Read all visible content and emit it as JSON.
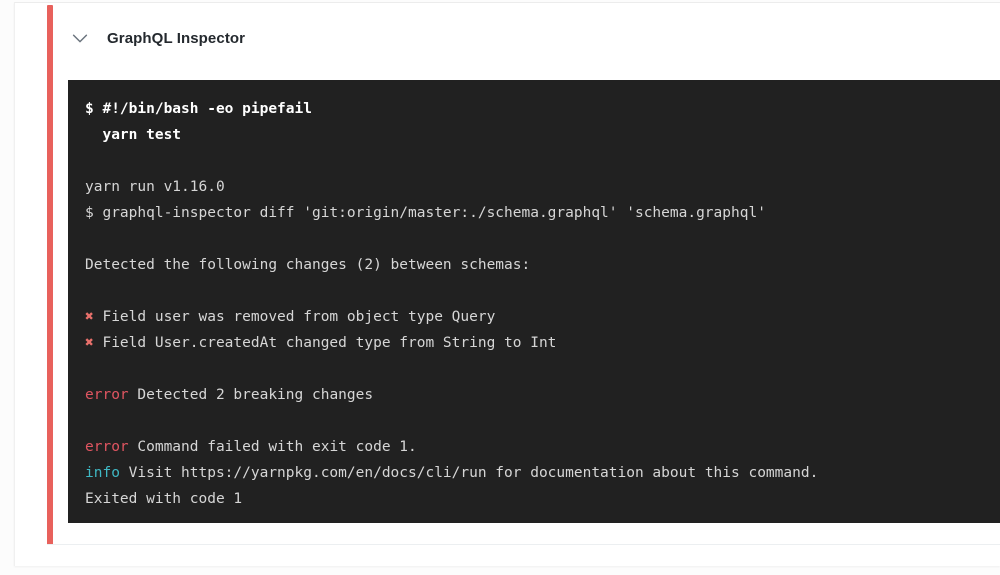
{
  "job": {
    "title": "GraphQL Inspector",
    "toggle_icon": "chevron-down-icon",
    "status_color": "#e8615c"
  },
  "colors": {
    "accent_red": "#e8615c",
    "terminal_bg": "#212121",
    "terminal_fg": "#d6d6d6",
    "error_red": "#e05561",
    "info_cyan": "#3fb8c4",
    "cross_red": "#e8706b",
    "title_fg": "#24292e"
  },
  "terminal": {
    "lines": [
      {
        "type": "command",
        "text": "$ #!/bin/bash -eo pipefail"
      },
      {
        "type": "command",
        "text": "  yarn test"
      },
      {
        "type": "blank",
        "text": ""
      },
      {
        "type": "plain",
        "text": "yarn run v1.16.0"
      },
      {
        "type": "plain",
        "text": "$ graphql-inspector diff 'git:origin/master:./schema.graphql' 'schema.graphql'"
      },
      {
        "type": "blank",
        "text": ""
      },
      {
        "type": "plain",
        "text": "Detected the following changes (2) between schemas:"
      },
      {
        "type": "blank",
        "text": ""
      },
      {
        "type": "cross",
        "marker": "✖",
        "text": " Field user was removed from object type Query"
      },
      {
        "type": "cross",
        "marker": "✖",
        "text": " Field User.createdAt changed type from String to Int"
      },
      {
        "type": "blank",
        "text": ""
      },
      {
        "type": "tagged",
        "tag": "error",
        "tag_kind": "error",
        "text": " Detected 2 breaking changes"
      },
      {
        "type": "blank",
        "text": ""
      },
      {
        "type": "tagged",
        "tag": "error",
        "tag_kind": "error",
        "text": " Command failed with exit code 1."
      },
      {
        "type": "tagged",
        "tag": "info",
        "tag_kind": "info",
        "text": " Visit https://yarnpkg.com/en/docs/cli/run for documentation about this command."
      },
      {
        "type": "plain",
        "text": "Exited with code 1"
      }
    ]
  }
}
